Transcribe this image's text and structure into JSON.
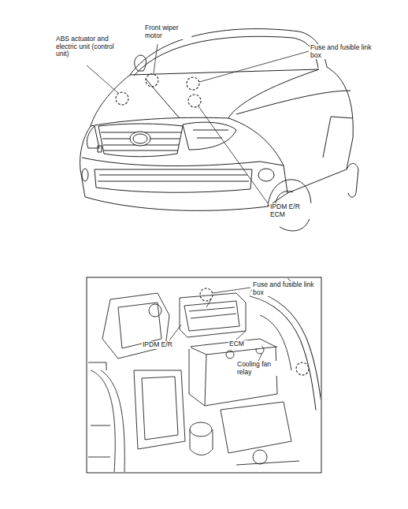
{
  "diagram": {
    "labels": [
      "Front wiper motor",
      "ABS actuator and electric unit (control unit)",
      "Fuse and fusible link box",
      "IPDM E/R",
      "ECM",
      "Fuse and fusible link box",
      "IPDM E/R",
      "ECM",
      "Cooling fan relay"
    ]
  }
}
